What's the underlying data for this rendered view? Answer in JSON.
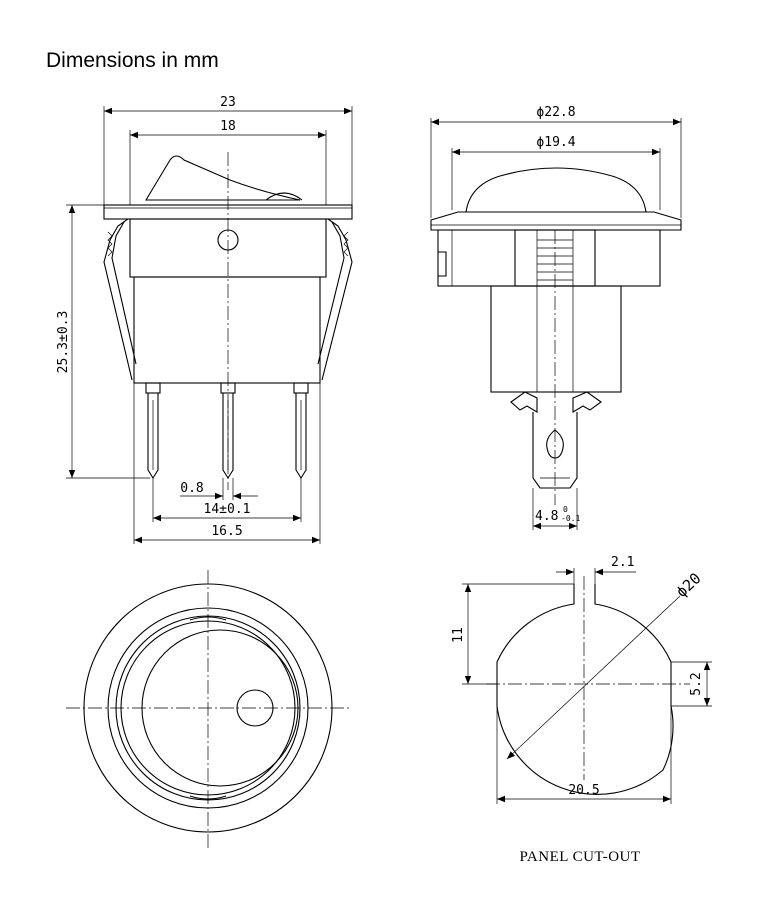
{
  "title": "Dimensions in mm",
  "side_view": {
    "overall_width": "23",
    "body_width": "18",
    "height": "25.3±0.3",
    "terminal_thickness": "0.8",
    "terminal_pitch": "14±0.1",
    "base_width": "16.5"
  },
  "front_view": {
    "bezel_diameter": "ϕ22.8",
    "dome_diameter": "ϕ19.4",
    "terminal_width": "4.8",
    "terminal_tol_upper": "0",
    "terminal_tol_lower": "-0.1"
  },
  "cutout": {
    "key_width": "2.1",
    "diameter": "ϕ20",
    "height": "11",
    "flat_offset": "5.2",
    "flat_width": "20.5",
    "caption": "PANEL CUT-OUT"
  }
}
